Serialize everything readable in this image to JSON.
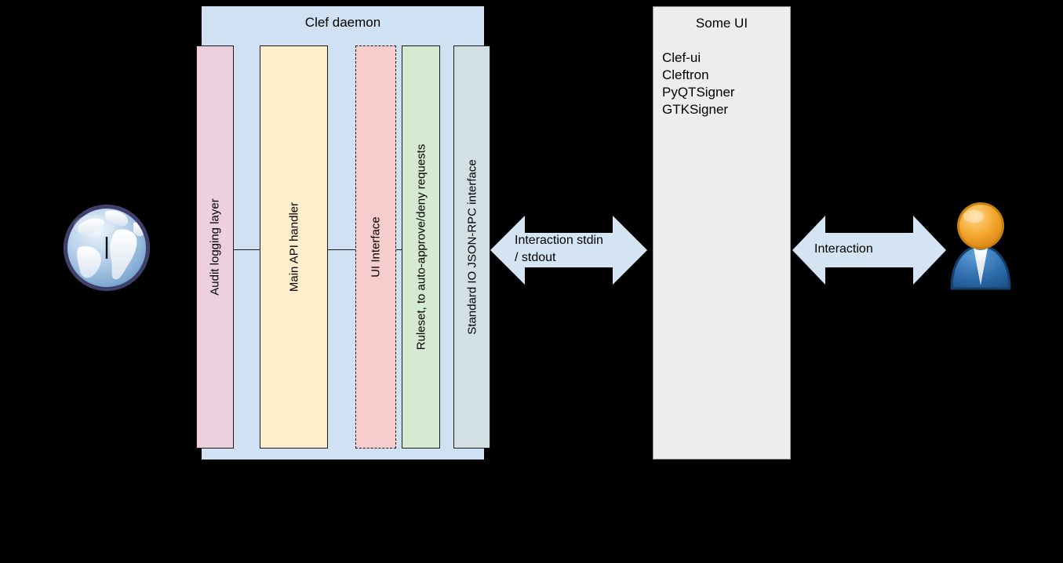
{
  "diagram": {
    "background_color": "#000000",
    "nodes": {
      "internet": {
        "icon": "globe-icon",
        "label": ""
      },
      "daemon": {
        "title": "Clef daemon",
        "fill": "#cfe1f3",
        "columns": [
          {
            "id": "audit-logging-layer",
            "label": "Audit logging layer",
            "fill": "#ecd0de",
            "border": "solid"
          },
          {
            "id": "main-api-handler",
            "label": "Main API handler",
            "fill": "#ffeecc",
            "border": "solid"
          },
          {
            "id": "ui-interface",
            "label": "UI Interface",
            "fill": "#f7cccc",
            "border": "dashed"
          },
          {
            "id": "ruleset",
            "label": "Ruleset, to auto-approve/deny requests",
            "fill": "#d5ead0",
            "border": "solid"
          },
          {
            "id": "standard-io-json-rpc-interface",
            "label": "Standard IO JSON-RPC interface",
            "fill": "#d2e0e4",
            "border": "solid"
          }
        ]
      },
      "some_ui": {
        "title": "Some UI",
        "fill": "#ededed",
        "items": [
          "Clef-ui",
          "Cleftron",
          "PyQTSigner",
          "GTKSigner"
        ]
      },
      "user": {
        "icon": "user-icon",
        "label": ""
      }
    },
    "connectors": [
      {
        "id": "daemon-to-ui",
        "label": "Interaction stdin\n/ stdout",
        "style": "double-arrow",
        "fill": "#d4e4f2"
      },
      {
        "id": "ui-to-user",
        "label": "Interaction",
        "style": "double-arrow",
        "fill": "#d4e4f2"
      }
    ]
  }
}
